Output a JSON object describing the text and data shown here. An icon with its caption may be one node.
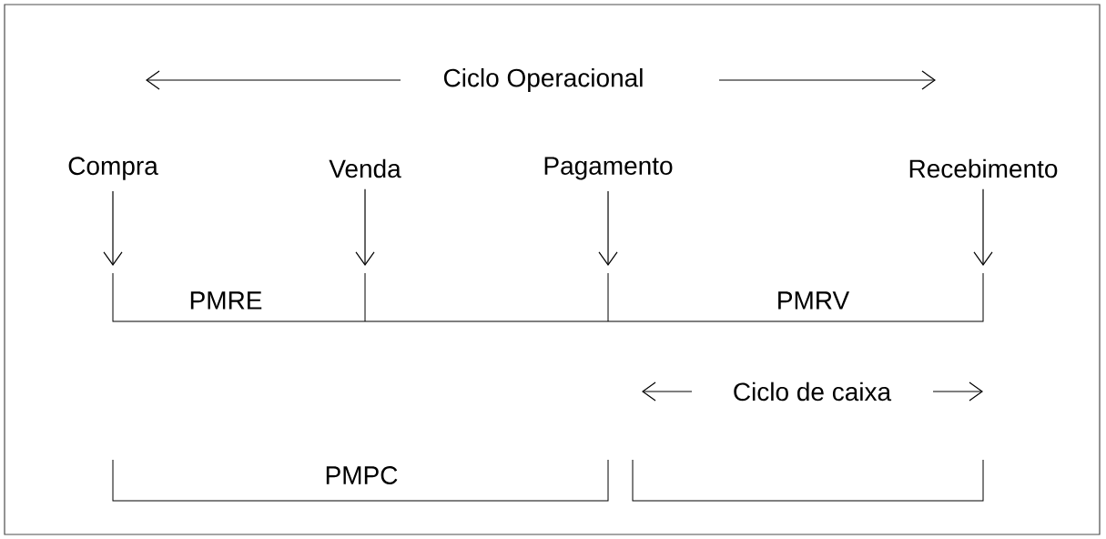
{
  "diagram": {
    "nodes": [
      {
        "text": [
          "Compra"
        ]
      },
      {
        "text": [
          "Venda"
        ]
      },
      {
        "text": [
          "Pagamento"
        ]
      },
      {
        "text": [
          "Recebimento"
        ]
      }
    ],
    "edges": [
      {
        "from": 0,
        "to": null,
        "arrow": "to"
      },
      {
        "from": 1,
        "to": null,
        "arrow": "to"
      },
      {
        "from": 2,
        "to": null,
        "arrow": "to"
      },
      {
        "from": 3,
        "to": null,
        "arrow": "to"
      }
    ],
    "labels": [
      "Ciclo Operacional",
      "PMRE",
      "PMRV",
      "Ciclo de caixa",
      "PMPC"
    ]
  }
}
